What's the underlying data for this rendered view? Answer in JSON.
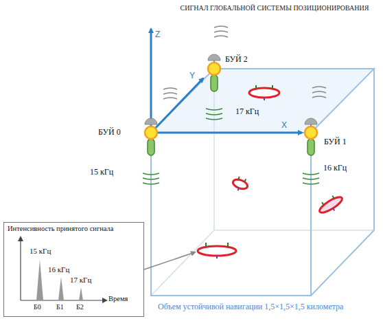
{
  "diagram": {
    "title": "СИГНАЛ ГЛОБАЛЬНОЙ СИСТЕМЫ ПОЗИЦИОНИРОВАНИЯ",
    "caption": "Объем устойчивой навигации 1,5×1,5×1,5 километра",
    "nodes": [
      {
        "text": [
          "Интенсивность принятого сигнала"
        ]
      }
    ],
    "labels": [
      "Z",
      "Y",
      "X",
      "БУЙ 2",
      "БУЙ 0",
      "БУЙ 1",
      "17 кГц",
      "15 кГц",
      "16 кГц",
      "15 кГц",
      "16 кГц",
      "17 кГц",
      "Б0",
      "Б1",
      "Б2",
      "Время"
    ]
  }
}
